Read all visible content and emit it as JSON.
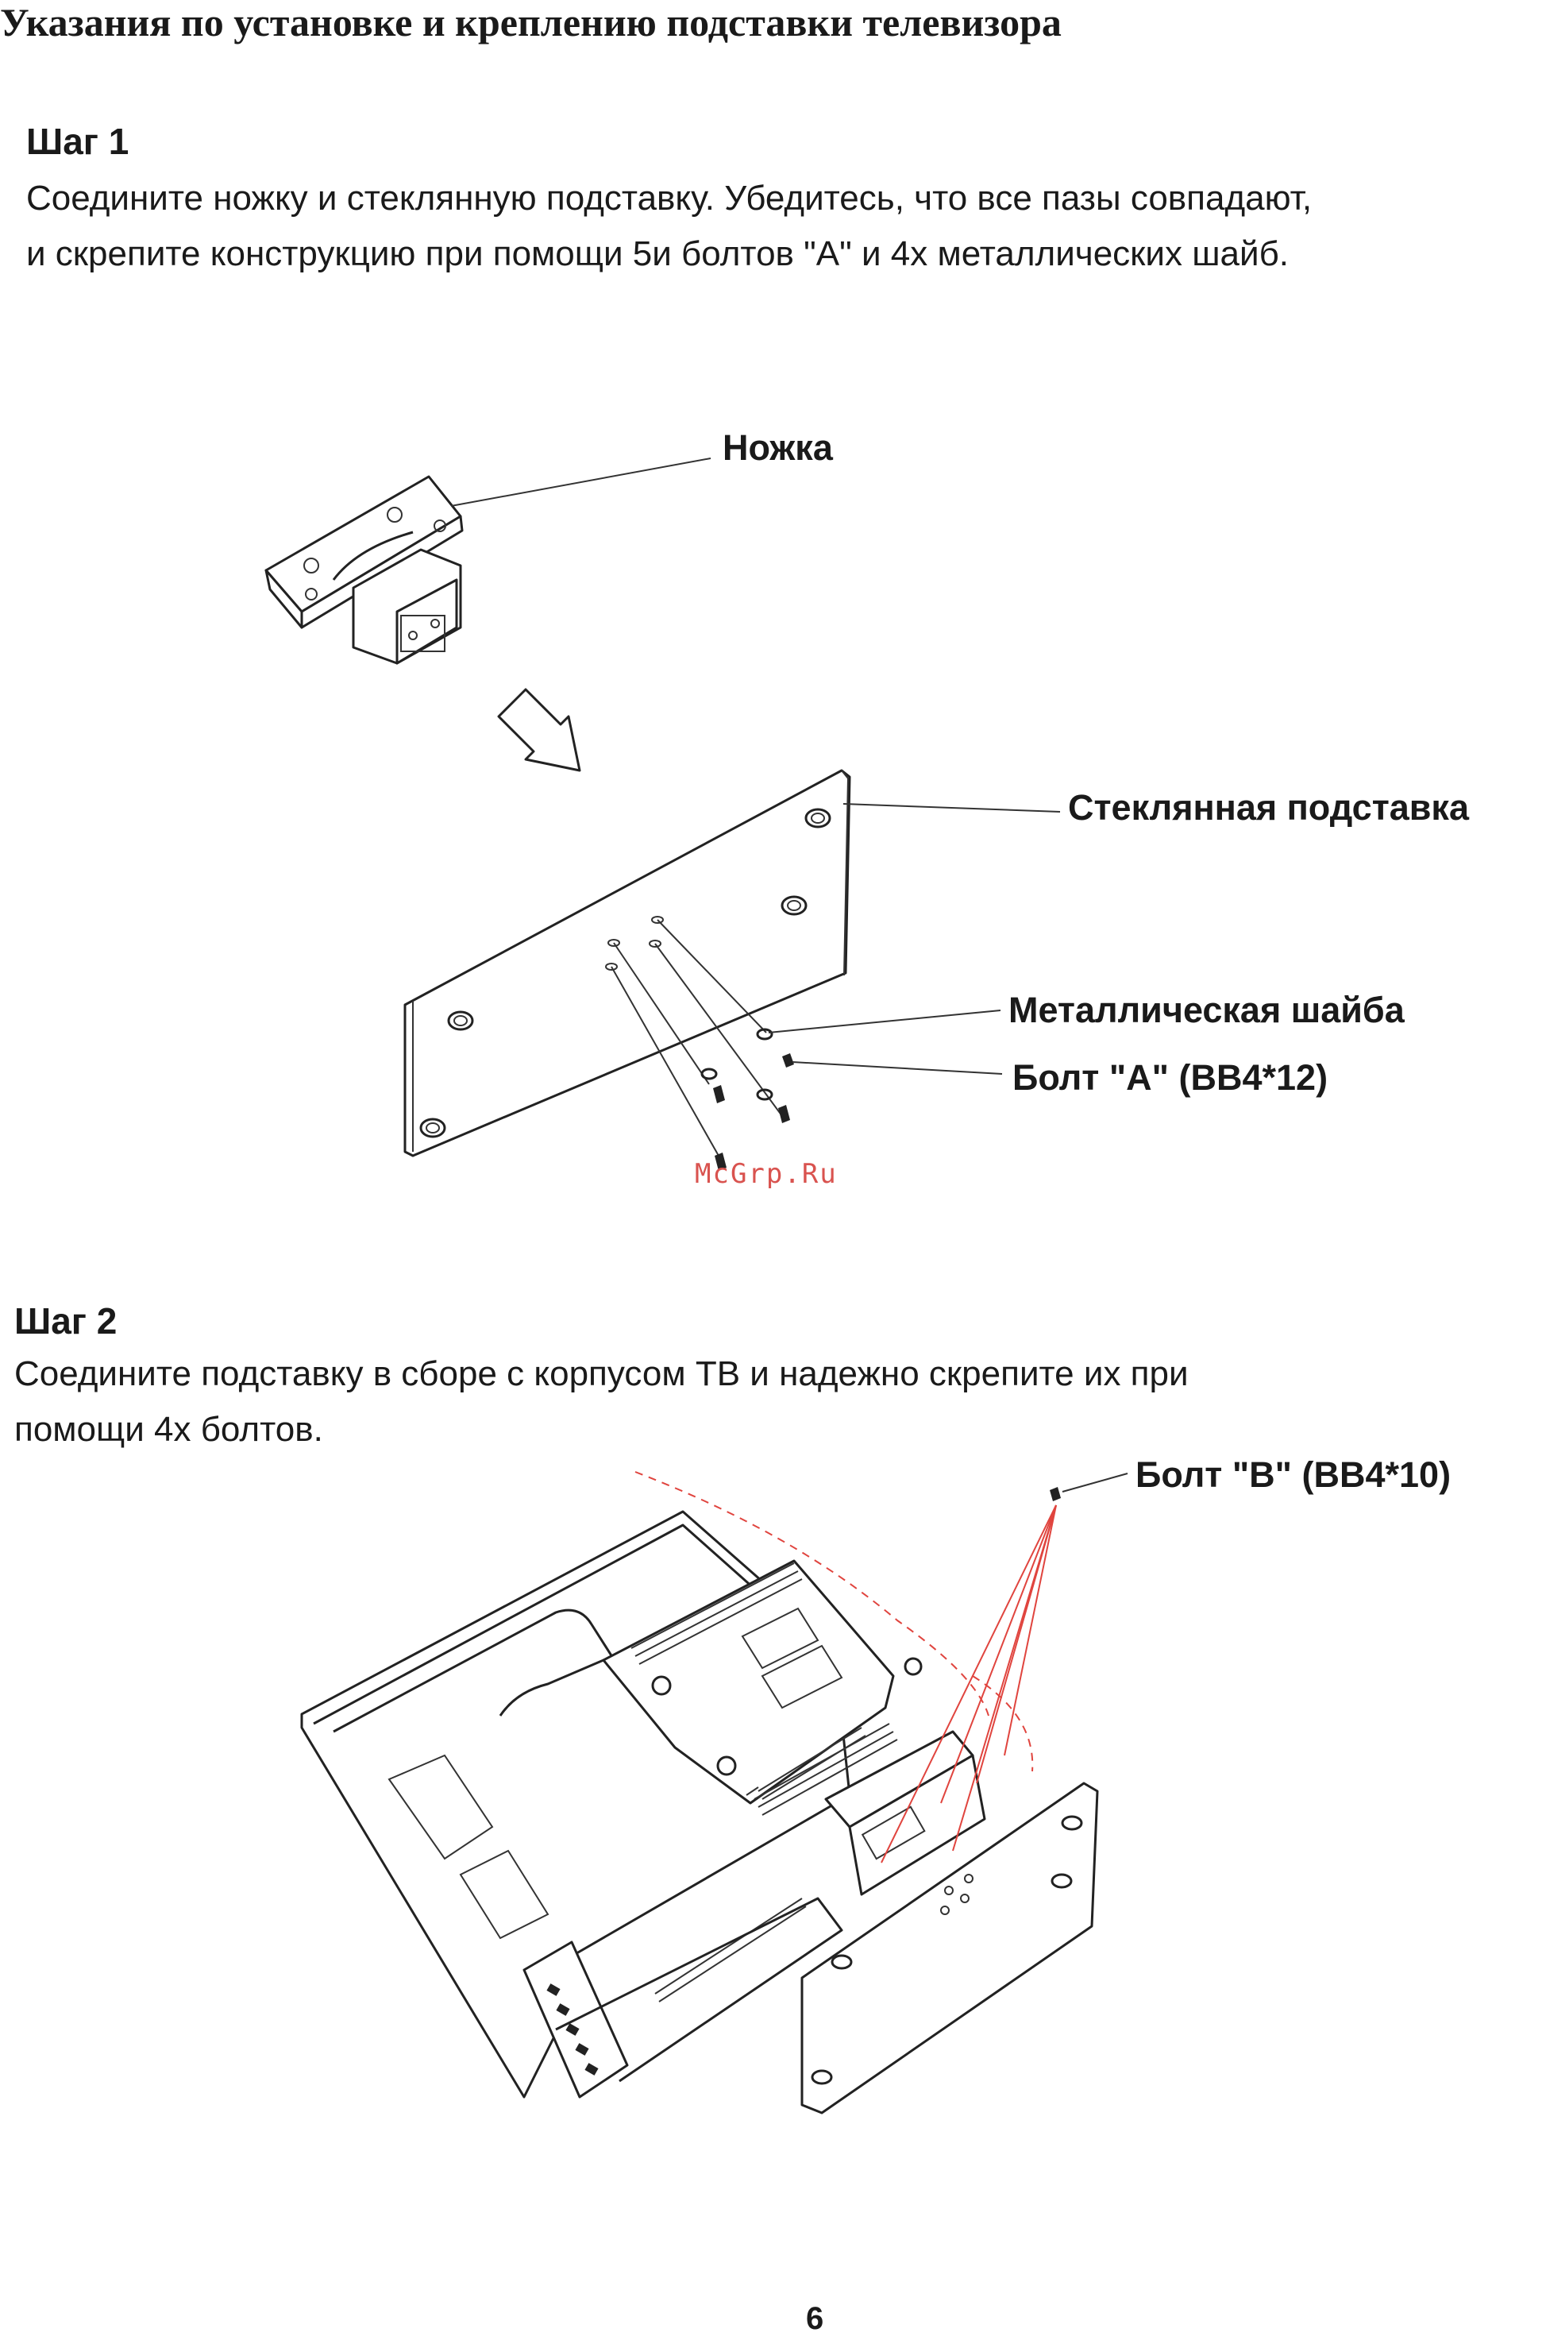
{
  "title": "Указания по установке и креплению подставки телевизора",
  "step1": {
    "heading": "Шаг 1",
    "line1": "Соедините ножку и стеклянную подставку. Убедитесь, что все пазы совпадают,",
    "line2": "и скрепите конструкцию при помощи 5и болтов \"A\" и 4х металлических шайб."
  },
  "labels": {
    "leg": "Ножка",
    "glass_stand": "Стеклянная подставка",
    "metal_washer": "Металлическая шайба",
    "bolt_a": "Болт \"A\" (BB4*12)",
    "bolt_b": "Болт \"B\" (BB4*10)"
  },
  "watermark": "McGrp.Ru",
  "step2": {
    "heading": "Шаг 2",
    "line1": "Соедините подставку в сборе с корпусом ТВ и надежно скрепите их при",
    "line2": "помощи 4х болтов."
  },
  "page_number": "6"
}
